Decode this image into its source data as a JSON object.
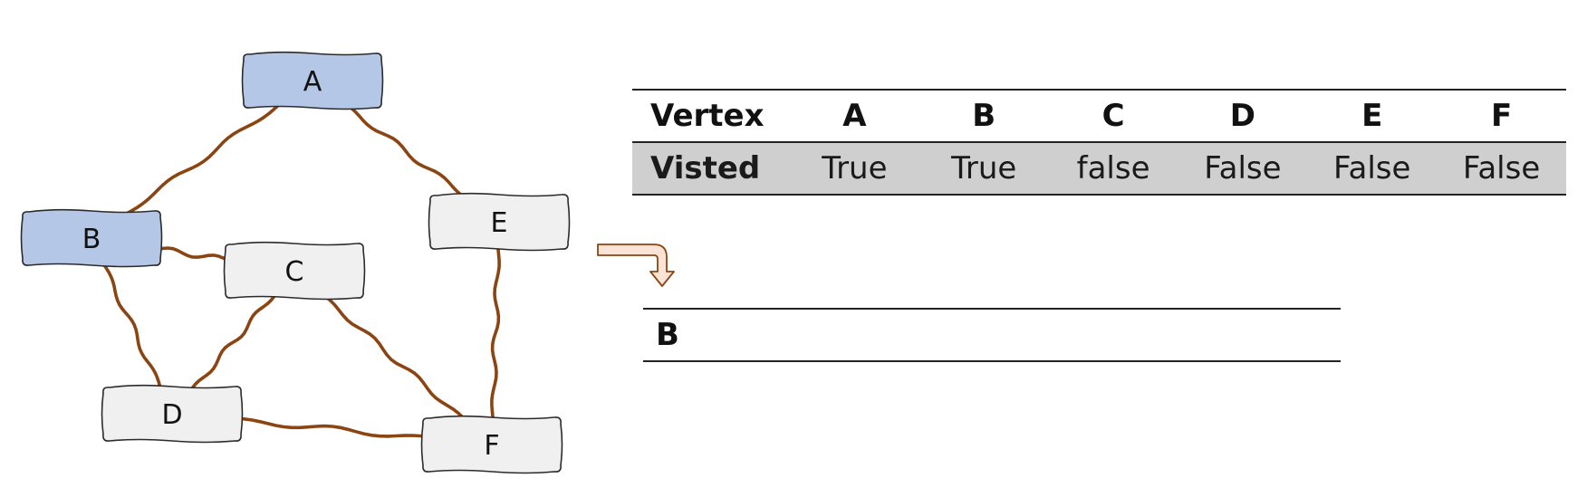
{
  "graph": {
    "nodes": [
      {
        "id": "A",
        "label": "A",
        "visited": true
      },
      {
        "id": "B",
        "label": "B",
        "visited": true
      },
      {
        "id": "C",
        "label": "C",
        "visited": false
      },
      {
        "id": "D",
        "label": "D",
        "visited": false
      },
      {
        "id": "E",
        "label": "E",
        "visited": false
      },
      {
        "id": "F",
        "label": "F",
        "visited": false
      }
    ],
    "edges": [
      [
        "A",
        "B"
      ],
      [
        "A",
        "E"
      ],
      [
        "B",
        "C"
      ],
      [
        "B",
        "D"
      ],
      [
        "C",
        "D"
      ],
      [
        "C",
        "F"
      ],
      [
        "D",
        "F"
      ],
      [
        "E",
        "F"
      ]
    ],
    "colors": {
      "visited": "#b4c7e7",
      "unvisited": "#f0f0f0",
      "edge": "#8a4513"
    }
  },
  "visit_table": {
    "header_label": "Vertex",
    "row_label": "Visted",
    "columns": [
      "A",
      "B",
      "C",
      "D",
      "E",
      "F"
    ],
    "values": [
      "True",
      "True",
      "false",
      "False",
      "False",
      "False"
    ]
  },
  "queue": {
    "items": [
      "B"
    ]
  },
  "arrow": {
    "fill": "#fbe3d6",
    "stroke": "#8a4513"
  }
}
